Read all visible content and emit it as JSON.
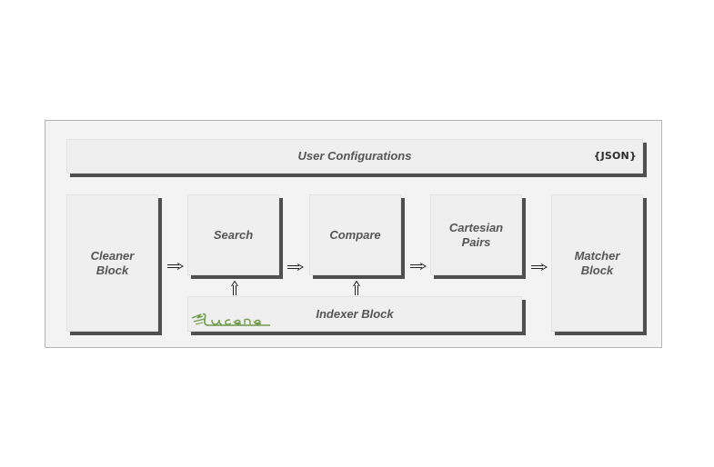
{
  "diagram": {
    "user_config": {
      "label": "User Configurations",
      "badge": "{JSON}"
    },
    "cleaner": {
      "label": "Cleaner\nBlock"
    },
    "search": {
      "label": "Search"
    },
    "compare": {
      "label": "Compare"
    },
    "cartesian": {
      "label": "Cartesian\nPairs"
    },
    "matcher": {
      "label": "Matcher\nBlock"
    },
    "indexer": {
      "label": "Indexer Block",
      "logo_text": "Lucene"
    }
  },
  "colors": {
    "block_fill": "#efefef",
    "shadow": "#4f4f4f",
    "text": "#555555",
    "logo": "#6f9a4a"
  },
  "icons": {
    "arrow_right": "right-double-arrow-icon",
    "arrow_up": "up-double-arrow-icon",
    "logo": "lucene-logo-icon"
  }
}
